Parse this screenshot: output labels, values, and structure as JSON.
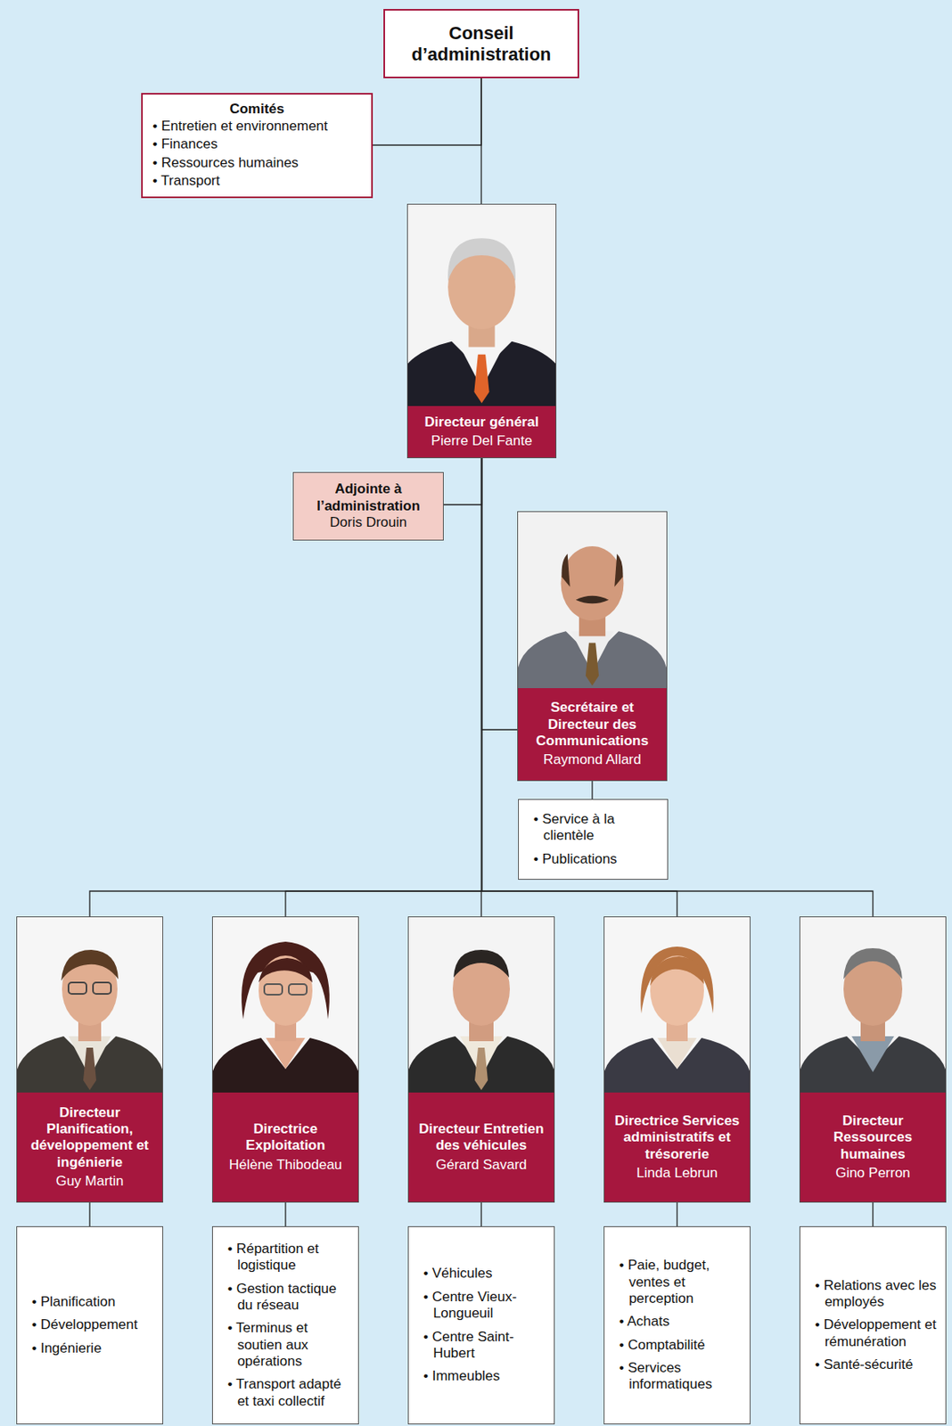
{
  "diagram": {
    "nodes": [
      {
        "text": [
          "Conseil d’administration"
        ]
      },
      {
        "text": [
          "Comités",
          "• Entretien et environnement",
          "• Finances",
          "• Ressources humaines",
          "• Transport"
        ]
      },
      {
        "text": [
          "Directeur général",
          "Pierre Del Fante"
        ]
      },
      {
        "text": [
          "Adjointe à l’administration",
          "Doris Drouin"
        ]
      },
      {
        "text": [
          "Secrétaire et Directeur des Communications",
          "Raymond Allard"
        ]
      },
      {
        "text": [
          "• Service à la clientèle",
          "• Publications"
        ]
      },
      {
        "text": [
          "Directeur Planification, développement et ingénierie",
          "Guy Martin"
        ]
      },
      {
        "text": [
          "Directrice Exploitation",
          "Hélène Thibodeau"
        ]
      },
      {
        "text": [
          "Directeur Entretien des véhicules",
          "Gérard Savard"
        ]
      },
      {
        "text": [
          "Directrice Services administratifs et trésorerie",
          "Linda Lebrun"
        ]
      },
      {
        "text": [
          "Directeur Ressources humaines",
          "Gino Perron"
        ]
      },
      {
        "text": [
          "• Planification",
          "• Développement",
          "• Ingénierie"
        ]
      },
      {
        "text": [
          "• Répartition et logistique",
          "• Gestion tactique du réseau",
          "• Terminus et soutien aux opérations",
          "• Transport adapté et taxi collectif"
        ]
      },
      {
        "text": [
          "• Véhicules",
          "• Centre Vieux-Longueuil",
          "• Centre Saint-Hubert",
          "• Immeubles"
        ]
      },
      {
        "text": [
          "• Paie, budget, ventes et perception",
          "• Achats",
          "• Comptabilité",
          "• Services informatiques"
        ]
      },
      {
        "text": [
          "• Relations avec les employés",
          "• Développement et rémunération",
          "• Santé-sécurité"
        ]
      }
    ],
    "edges": [
      {
        "from": 0,
        "to": 1,
        "arrow": "none"
      },
      {
        "from": 0,
        "to": 2,
        "arrow": "none"
      },
      {
        "from": 2,
        "to": 3,
        "arrow": "none"
      },
      {
        "from": 2,
        "to": 4,
        "arrow": "none"
      },
      {
        "from": 4,
        "to": 5,
        "arrow": "none"
      },
      {
        "from": 2,
        "to": 6,
        "arrow": "none"
      },
      {
        "from": 2,
        "to": 7,
        "arrow": "none"
      },
      {
        "from": 2,
        "to": 8,
        "arrow": "none"
      },
      {
        "from": 2,
        "to": 9,
        "arrow": "none"
      },
      {
        "from": 2,
        "to": 10,
        "arrow": "none"
      },
      {
        "from": 6,
        "to": 11,
        "arrow": "none"
      },
      {
        "from": 7,
        "to": 12,
        "arrow": "none"
      },
      {
        "from": 8,
        "to": 13,
        "arrow": "none"
      },
      {
        "from": 9,
        "to": 14,
        "arrow": "none"
      },
      {
        "from": 10,
        "to": 15,
        "arrow": "none"
      }
    ]
  }
}
